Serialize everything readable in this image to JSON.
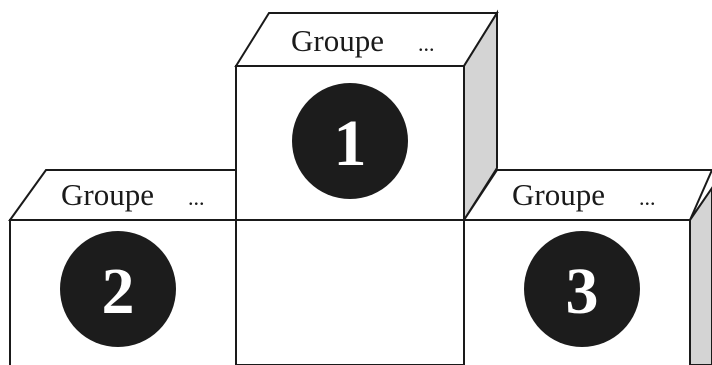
{
  "podium": {
    "first": {
      "label": "Groupe",
      "ellipsis": "...",
      "rank": "1"
    },
    "second": {
      "label": "Groupe",
      "ellipsis": "...",
      "rank": "2"
    },
    "third": {
      "label": "Groupe",
      "ellipsis": "...",
      "rank": "3"
    }
  },
  "colors": {
    "outline": "#1a1a1a",
    "side_face": "#d4d4d4",
    "medal": "#1c1c1c"
  }
}
